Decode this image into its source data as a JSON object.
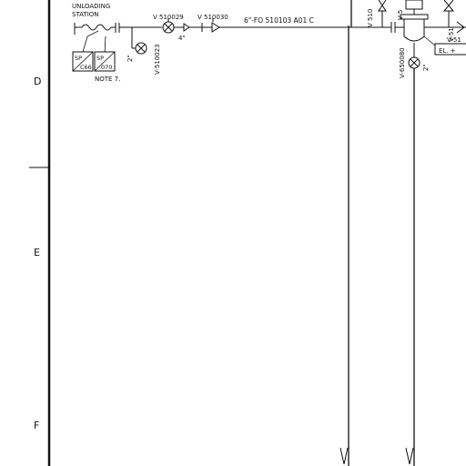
{
  "rows": {
    "d": "D",
    "e": "E",
    "f": "F"
  },
  "labels": {
    "station_line1": "UNLOADING",
    "station_line2": "STATION",
    "sp_left_top": "SP",
    "sp_left_bottom": "C66",
    "sp_right_top": "SP",
    "sp_right_bottom": "070",
    "note": "NOTE 7.",
    "valve_a_size": "2\"",
    "valve_a_tag": "V-510023",
    "valve_b_tag": "V 510029",
    "valve_c_tag": "V 510030",
    "reducer_size": "4\"",
    "line_tag": "6\"-FO 510103 A01 C",
    "valve_d_tag": "V 510",
    "valve_e_tag": "V-5",
    "valve_f_tag": "V-650080",
    "valve_f_size": "2\"",
    "valve_g_tag": "V-51",
    "elev_tag": "EL. +"
  },
  "colors": {
    "line": "#111111",
    "paper": "#ffffff"
  }
}
